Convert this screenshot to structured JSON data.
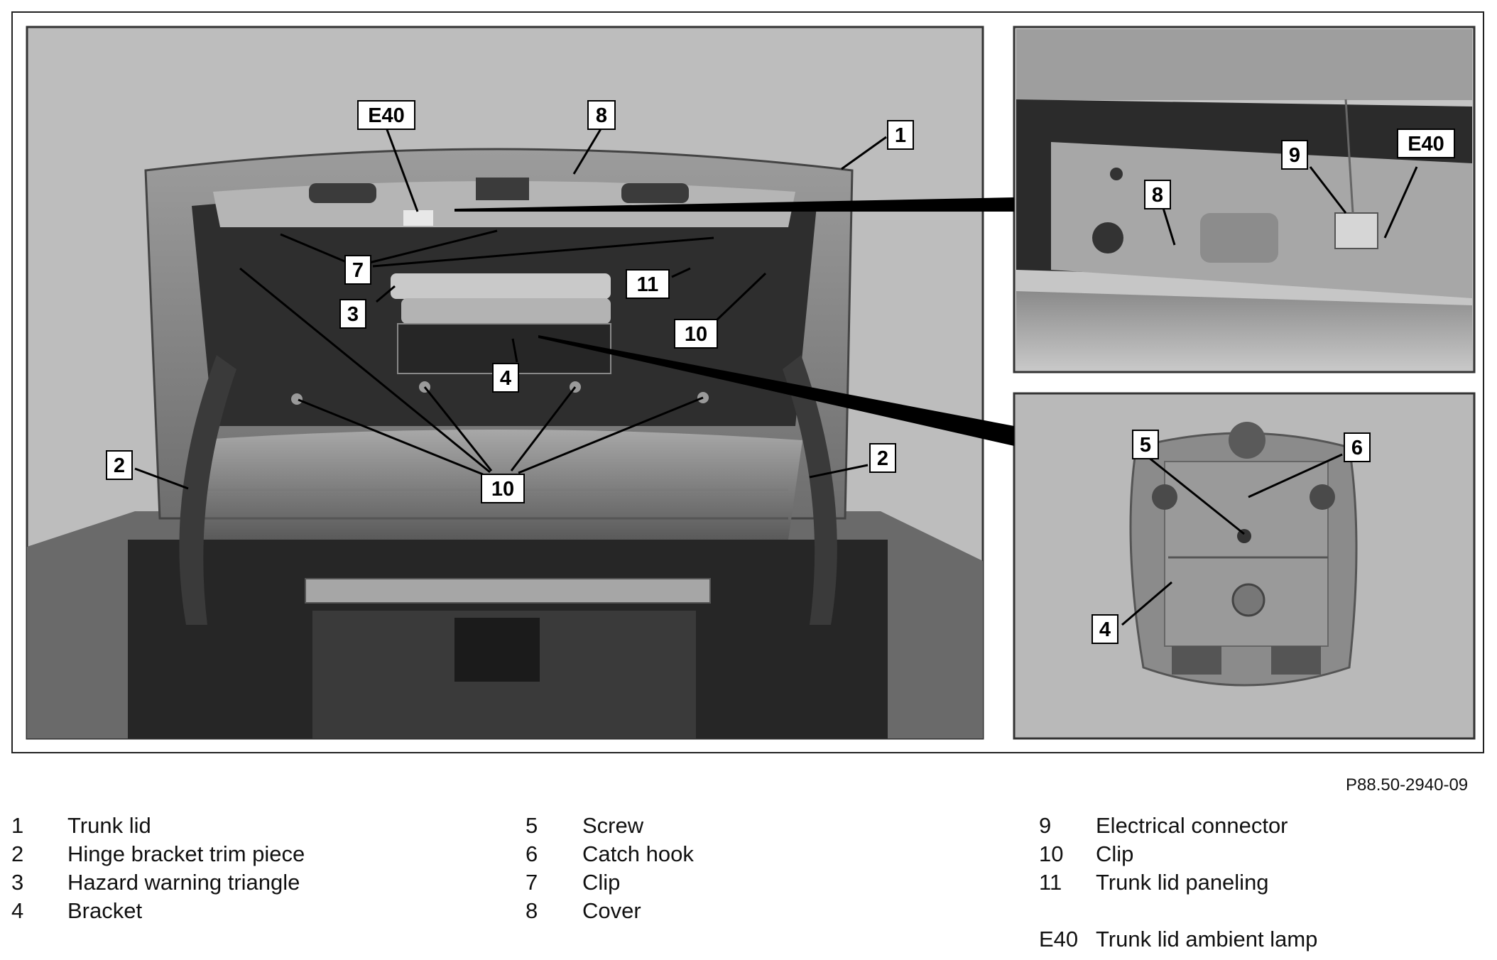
{
  "figure_code": "P88.50-2940-09",
  "callouts": {
    "c1": "1",
    "c2a": "2",
    "c2b": "2",
    "c3": "3",
    "c4": "4",
    "c7": "7",
    "c8": "8",
    "c10a": "10",
    "c10b": "10",
    "c11": "11",
    "cE40": "E40",
    "d9": "9",
    "dE40": "E40",
    "d8": "8",
    "e5": "5",
    "e6": "6",
    "e4": "4"
  },
  "legend": [
    {
      "num": "1",
      "label": "Trunk lid"
    },
    {
      "num": "2",
      "label": "Hinge bracket trim piece"
    },
    {
      "num": "3",
      "label": "Hazard warning triangle"
    },
    {
      "num": "4",
      "label": "Bracket"
    },
    {
      "num": "5",
      "label": "Screw"
    },
    {
      "num": "6",
      "label": "Catch hook"
    },
    {
      "num": "7",
      "label": "Clip"
    },
    {
      "num": "8",
      "label": "Cover"
    },
    {
      "num": "9",
      "label": "Electrical connector"
    },
    {
      "num": "10",
      "label": "Clip"
    },
    {
      "num": "11",
      "label": "Trunk lid paneling"
    },
    {
      "num": "E40",
      "label": "Trunk lid ambient lamp"
    }
  ]
}
